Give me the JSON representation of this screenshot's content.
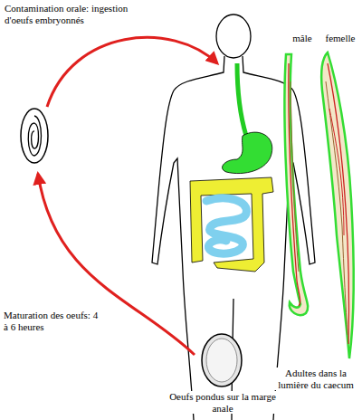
{
  "diagram": {
    "labels": [
      "Contamination orale: ingestion d'oeufs embryonnés",
      "mâle",
      "femelle",
      "Maturation des oeufs: 4 à 6 heures",
      "Adultes dans la lumière du caecum",
      "Oeufs pondus sur la marge anale"
    ]
  }
}
